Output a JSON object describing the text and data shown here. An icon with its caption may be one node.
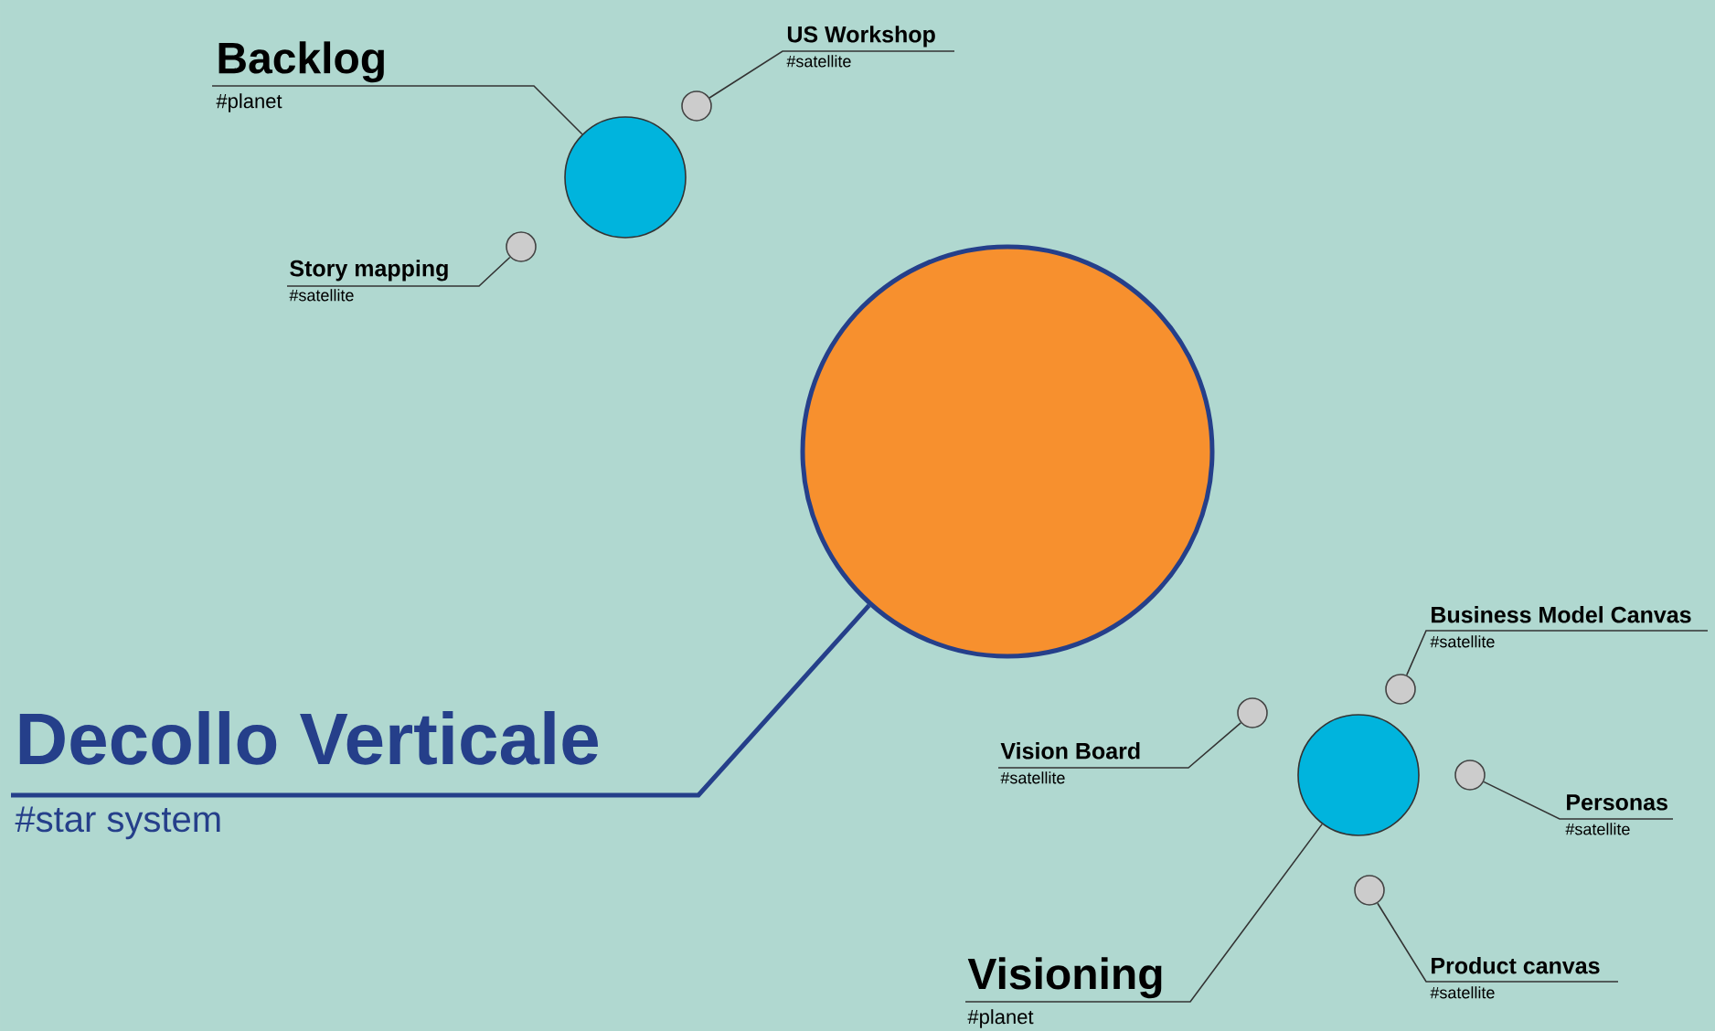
{
  "diagram": {
    "nodes": [
      {
        "text": [
          "Decollo Verticale",
          "#star system"
        ]
      },
      {
        "text": [],
        "shape": "circle"
      },
      {
        "text": [
          "Backlog",
          "#planet"
        ]
      },
      {
        "text": [],
        "shape": "circle"
      },
      {
        "text": [
          "US Workshop",
          "#satellite"
        ]
      },
      {
        "text": [],
        "shape": "circle"
      },
      {
        "text": [
          "Story mapping",
          "#satellite"
        ]
      },
      {
        "text": [],
        "shape": "circle"
      },
      {
        "text": [
          "Visioning",
          "#planet"
        ]
      },
      {
        "text": [],
        "shape": "circle"
      },
      {
        "text": [
          "Vision Board",
          "#satellite"
        ]
      },
      {
        "text": [],
        "shape": "circle"
      },
      {
        "text": [
          "Business Model Canvas",
          "#satellite"
        ]
      },
      {
        "text": [],
        "shape": "circle"
      },
      {
        "text": [
          "Personas",
          "#satellite"
        ]
      },
      {
        "text": [],
        "shape": "circle"
      },
      {
        "text": [
          "Product canvas",
          "#satellite"
        ]
      },
      {
        "text": [],
        "shape": "circle"
      }
    ],
    "edges": [
      {
        "from": 0,
        "to": 1,
        "arrow": "none",
        "style": "thick",
        "color": "#253f8a"
      },
      {
        "from": 2,
        "to": 3,
        "arrow": "none"
      },
      {
        "from": 4,
        "to": 5,
        "arrow": "none"
      },
      {
        "from": 6,
        "to": 7,
        "arrow": "none"
      },
      {
        "from": 8,
        "to": 9,
        "arrow": "none"
      },
      {
        "from": 10,
        "to": 11,
        "arrow": "none"
      },
      {
        "from": 12,
        "to": 13,
        "arrow": "none"
      },
      {
        "from": 14,
        "to": 15,
        "arrow": "none"
      },
      {
        "from": 16,
        "to": 17,
        "arrow": "none"
      }
    ]
  }
}
